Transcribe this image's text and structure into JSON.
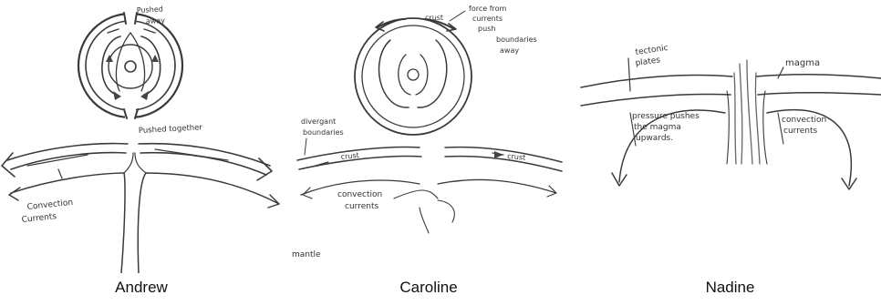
{
  "andrew": {
    "pushed_away": [
      "Pushed",
      "away"
    ],
    "pushed_together": "Pushed together",
    "convection_currents": [
      "Convection",
      "Currents"
    ],
    "caption": "Andrew"
  },
  "caroline": {
    "crust_top": "crust",
    "force_note": [
      "force from",
      "currents",
      "push",
      "boundaries",
      "away"
    ],
    "divergent_boundaries": [
      "divergant",
      "boundaries"
    ],
    "crust_left": "crust",
    "crust_right": "crust",
    "convection_currents": [
      "convection",
      "currents"
    ],
    "mantle": "mantle",
    "caption": "Caroline"
  },
  "nadine": {
    "tectonic_plates": [
      "tectonic",
      "plates"
    ],
    "magma": "magma",
    "pressure_note": [
      "pressure pushes",
      "the magma",
      "upwards."
    ],
    "convection_currents": [
      "convection",
      "currents"
    ],
    "caption": "Nadine"
  }
}
